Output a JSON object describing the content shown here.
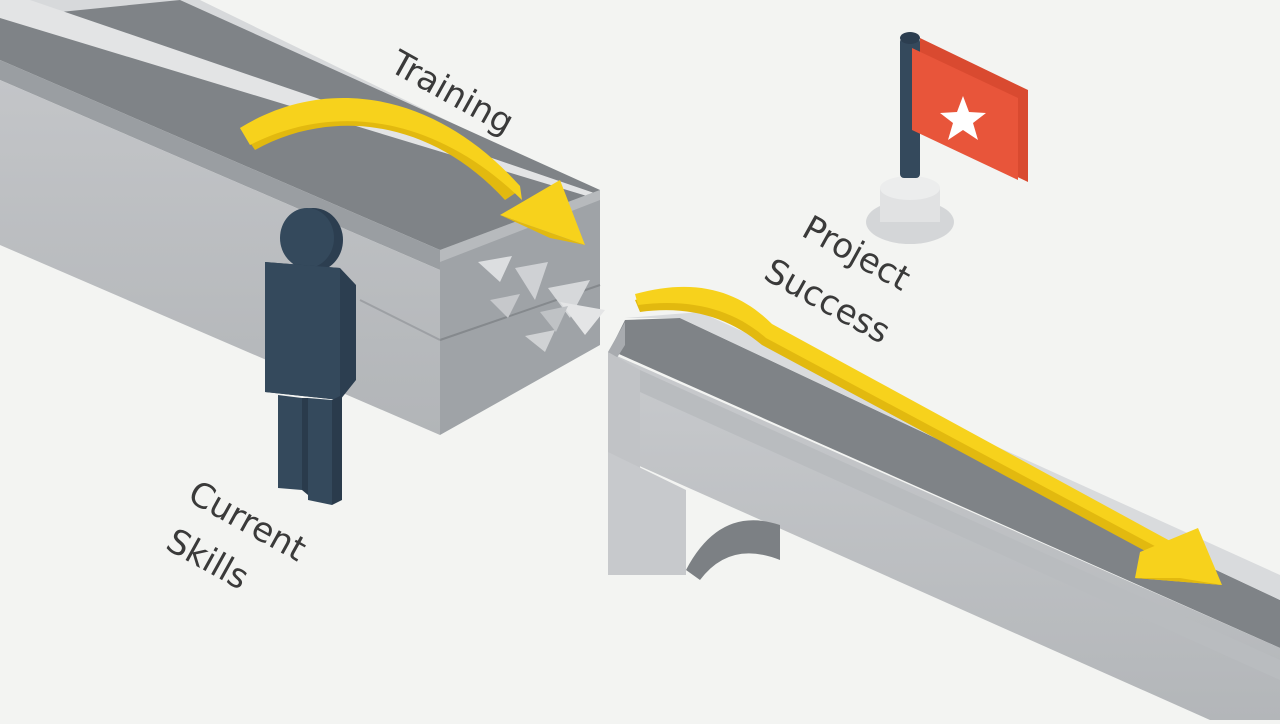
{
  "labels": {
    "training": "Training",
    "project_success": [
      "Project",
      "Success"
    ],
    "current_skills": [
      "Current",
      "Skills"
    ]
  },
  "colors": {
    "background": "#f3f4f2",
    "path_yellow": "#f7d21c",
    "path_yellow_shade": "#e2b90f",
    "wall_light": "#c9cbce",
    "wall_mid": "#a7aaae",
    "wall_dark": "#8e9195",
    "wall_top": "#6f7377",
    "figure": "#34495c",
    "flag": "#e8553a",
    "flag_pole": "#34495c",
    "label_text": "#3a3a3a"
  },
  "icons": {
    "person": "person-icon",
    "flag": "flag-icon",
    "star": "star-icon"
  }
}
